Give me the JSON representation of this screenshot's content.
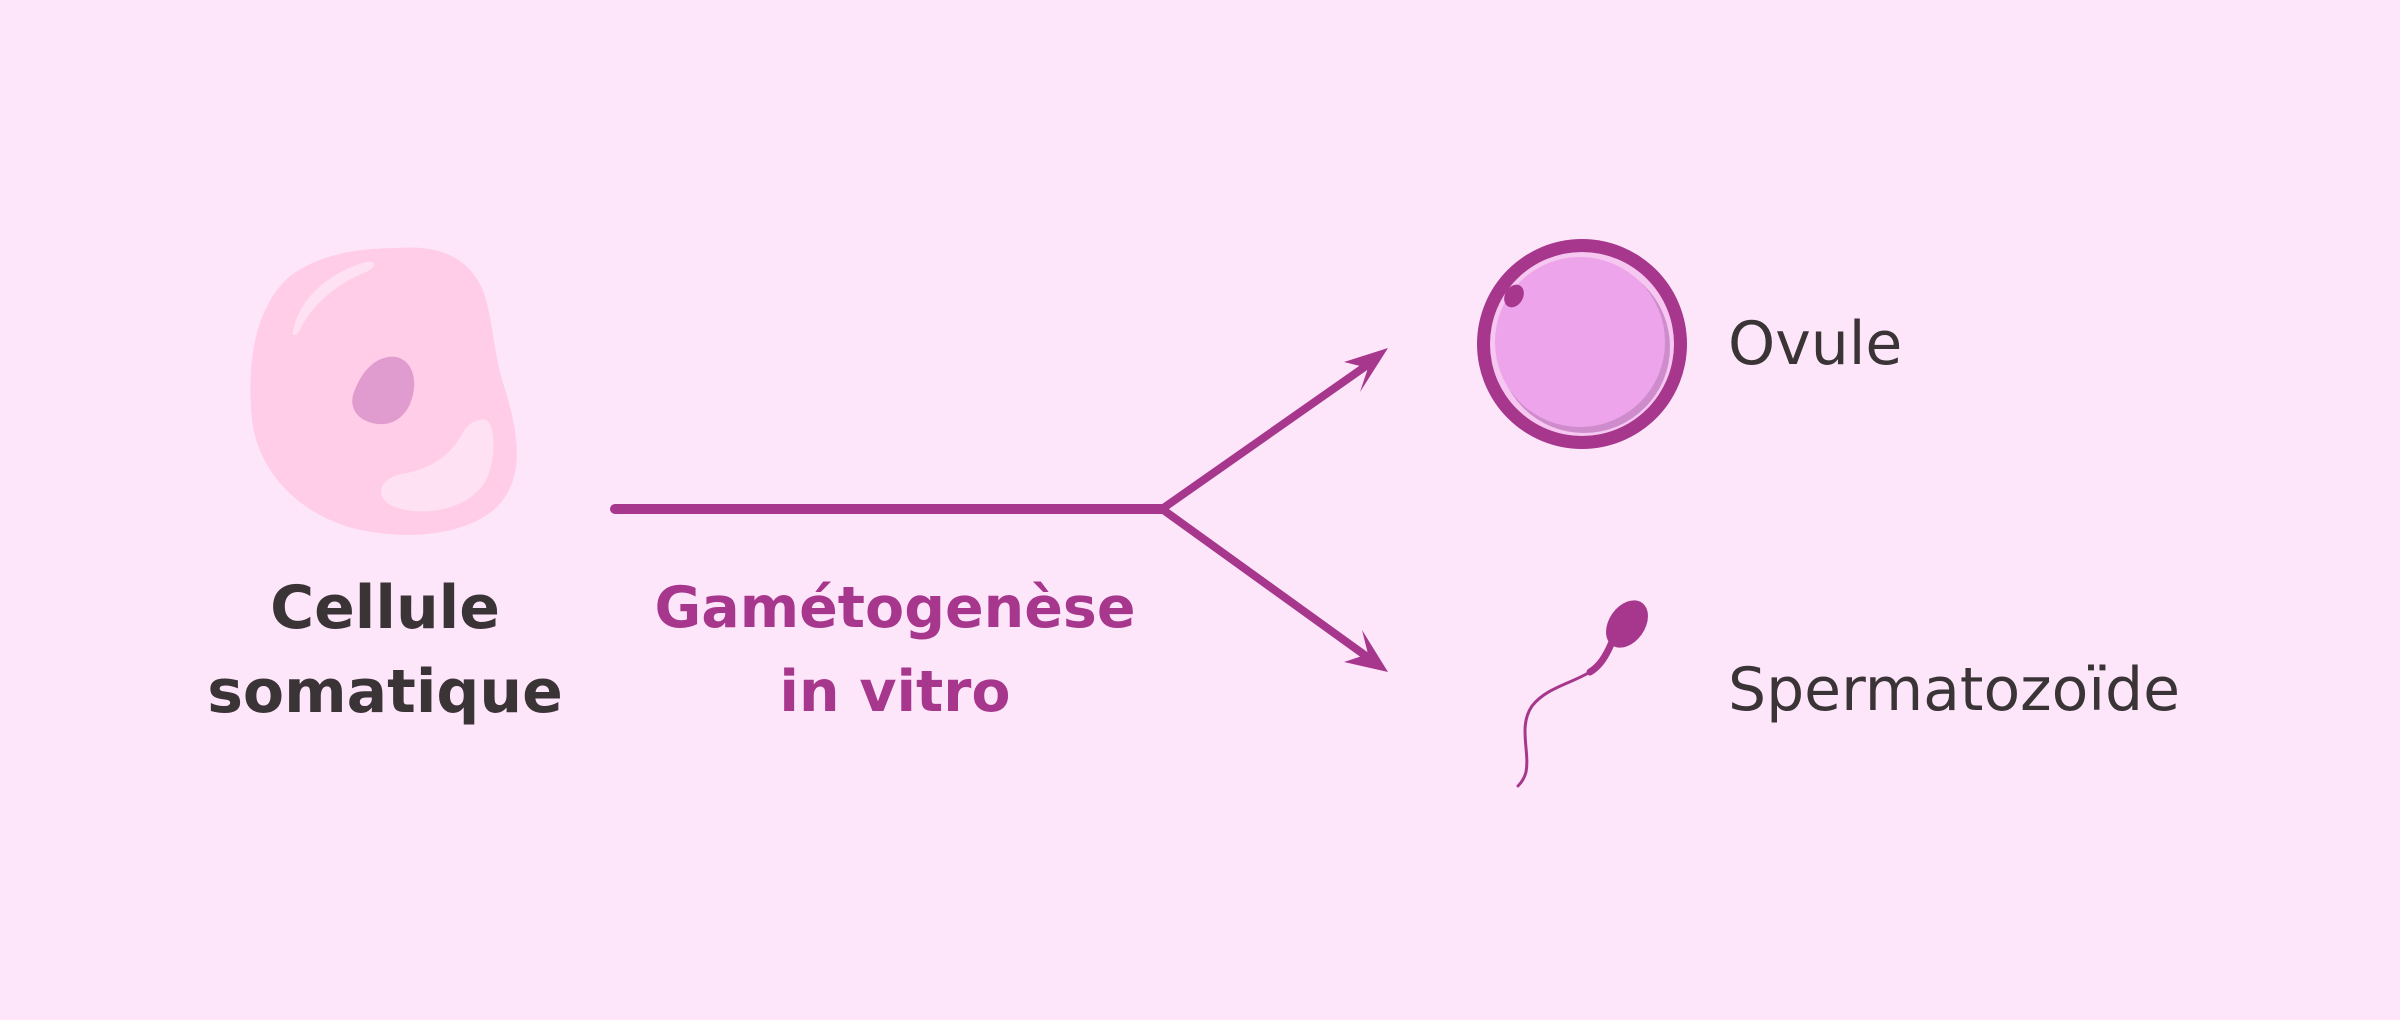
{
  "diagram": {
    "source": {
      "line1": "Cellule",
      "line2": "somatique"
    },
    "process": {
      "line1": "Gamétogenèse",
      "line2": "in vitro"
    },
    "products": {
      "ovule": "Ovule",
      "sperm": "Spermatozoïde"
    }
  },
  "colors": {
    "background": "#fee6fa",
    "accent": "#a6378d",
    "cell_body": "#ffcde8",
    "cell_nucleus": "#e19ccf",
    "ovule_fill": "#eea4ea",
    "text_dark": "#3b3437"
  }
}
